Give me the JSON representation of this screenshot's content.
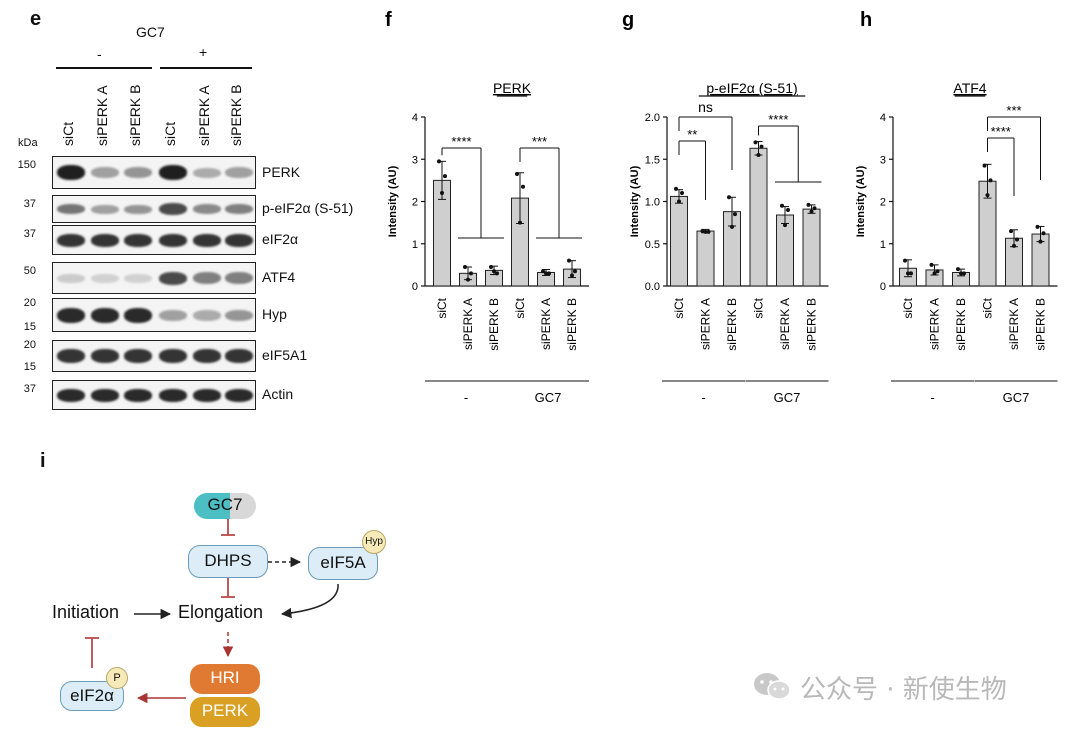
{
  "panel_e": {
    "letter": "e",
    "treatment": "GC7",
    "group_minus": "-",
    "group_plus": "+",
    "kda": "kDa",
    "lanes": [
      "siCt",
      "siPERK A",
      "siPERK B",
      "siCt",
      "siPERK A",
      "siPERK B"
    ],
    "blots": [
      {
        "name": "PERK",
        "markers": [
          "150"
        ],
        "intensity": [
          0.95,
          0.35,
          0.4,
          0.95,
          0.3,
          0.35
        ]
      },
      {
        "name": "p-eIF2α (S-51)",
        "markers": [
          "37"
        ],
        "intensity": [
          0.55,
          0.35,
          0.4,
          0.75,
          0.45,
          0.5
        ]
      },
      {
        "name": "eIF2α",
        "markers": [
          "37"
        ],
        "intensity": [
          0.85,
          0.85,
          0.85,
          0.85,
          0.85,
          0.85
        ]
      },
      {
        "name": "ATF4",
        "markers": [
          "50"
        ],
        "intensity": [
          0.15,
          0.12,
          0.12,
          0.75,
          0.5,
          0.5
        ]
      },
      {
        "name": "Hyp",
        "markers": [
          "20",
          "15"
        ],
        "intensity": [
          0.9,
          0.9,
          0.9,
          0.35,
          0.3,
          0.4
        ]
      },
      {
        "name": "eIF5A1",
        "markers": [
          "20",
          "15"
        ],
        "intensity": [
          0.85,
          0.85,
          0.85,
          0.85,
          0.85,
          0.85
        ]
      },
      {
        "name": "Actin",
        "markers": [
          "37"
        ],
        "intensity": [
          0.9,
          0.9,
          0.9,
          0.9,
          0.9,
          0.9
        ]
      }
    ]
  },
  "chart_data": [
    {
      "letter": "f",
      "type": "bar",
      "title": "PERK",
      "ylabel": "Intensity (AU)",
      "ylim": [
        0,
        4
      ],
      "yticks": [
        "0",
        "1",
        "2",
        "3",
        "4"
      ],
      "categories": [
        "siCt",
        "siPERK A",
        "siPERK B",
        "siCt",
        "siPERK A",
        "siPERK B"
      ],
      "groups": [
        "-",
        "GC7"
      ],
      "values": [
        2.5,
        0.3,
        0.37,
        2.08,
        0.32,
        0.4
      ],
      "errors": [
        0.45,
        0.15,
        0.1,
        0.6,
        0.07,
        0.2
      ],
      "points": [
        [
          2.95,
          2.6,
          2.2
        ],
        [
          0.45,
          0.3,
          0.15
        ],
        [
          0.45,
          0.3,
          0.35
        ],
        [
          2.65,
          2.35,
          1.5
        ],
        [
          0.35,
          0.3,
          0.3
        ],
        [
          0.6,
          0.35,
          0.25
        ]
      ],
      "significance": [
        {
          "label": "****",
          "from": 0,
          "to": [
            1,
            2
          ]
        },
        {
          "label": "***",
          "from": 3,
          "to": [
            4,
            5
          ]
        }
      ]
    },
    {
      "letter": "g",
      "type": "bar",
      "title": "p-eIF2α (S-51)",
      "ylabel": "Intensity (AU)",
      "ylim": [
        0,
        2
      ],
      "yticks": [
        "0.0",
        "0.5",
        "1.0",
        "1.5",
        "2.0"
      ],
      "categories": [
        "siCt",
        "siPERK A",
        "siPERK B",
        "siCt",
        "siPERK A",
        "siPERK B"
      ],
      "groups": [
        "-",
        "GC7"
      ],
      "values": [
        1.06,
        0.65,
        0.88,
        1.63,
        0.84,
        0.91
      ],
      "errors": [
        0.08,
        0.02,
        0.17,
        0.08,
        0.1,
        0.05
      ],
      "points": [
        [
          1.15,
          1.1,
          1.0
        ],
        [
          0.65,
          0.64,
          0.64
        ],
        [
          1.05,
          0.85,
          0.7
        ],
        [
          1.7,
          1.65,
          1.55
        ],
        [
          0.95,
          0.9,
          0.72
        ],
        [
          0.96,
          0.92,
          0.88
        ]
      ],
      "significance": [
        {
          "label": "**",
          "from": 0,
          "to": [
            1
          ]
        },
        {
          "label": "ns",
          "from": 0,
          "to": [
            2
          ]
        },
        {
          "label": "****",
          "from": 3,
          "to": [
            4,
            5
          ]
        }
      ]
    },
    {
      "letter": "h",
      "type": "bar",
      "title": "ATF4",
      "ylabel": "Intensity (AU)",
      "ylim": [
        0,
        4
      ],
      "yticks": [
        "0",
        "1",
        "2",
        "3",
        "4"
      ],
      "categories": [
        "siCt",
        "siPERK A",
        "siPERK B",
        "siCt",
        "siPERK A",
        "siPERK B"
      ],
      "groups": [
        "-",
        "GC7"
      ],
      "values": [
        0.42,
        0.38,
        0.32,
        2.48,
        1.13,
        1.23
      ],
      "errors": [
        0.2,
        0.12,
        0.08,
        0.4,
        0.2,
        0.18
      ],
      "points": [
        [
          0.6,
          0.3,
          0.3
        ],
        [
          0.5,
          0.35,
          0.3
        ],
        [
          0.4,
          0.3,
          0.3
        ],
        [
          2.85,
          2.5,
          2.15
        ],
        [
          1.3,
          1.1,
          0.95
        ],
        [
          1.4,
          1.25,
          1.05
        ]
      ],
      "significance": [
        {
          "label": "****",
          "from": 3,
          "to": [
            4
          ]
        },
        {
          "label": "***",
          "from": 3,
          "to": [
            5
          ]
        }
      ]
    }
  ],
  "panel_i": {
    "letter": "i",
    "nodes": {
      "gc7": "GC7",
      "dhps": "DHPS",
      "eif5a": "eIF5A",
      "hyp": "Hyp",
      "initiation": "Initiation",
      "elongation": "Elongation",
      "hri": "HRI",
      "perk": "PERK",
      "eif2a": "eIF2α",
      "p": "P"
    },
    "colors": {
      "gc7": "#4bbfc4",
      "node_fill": "#dcedf7",
      "hyp_fill": "#f6eab8",
      "hri": "#e07a32",
      "perk": "#d9a024",
      "inhibit": "#b84a4a"
    }
  },
  "watermark": {
    "text": "公众号 · 新使生物"
  }
}
